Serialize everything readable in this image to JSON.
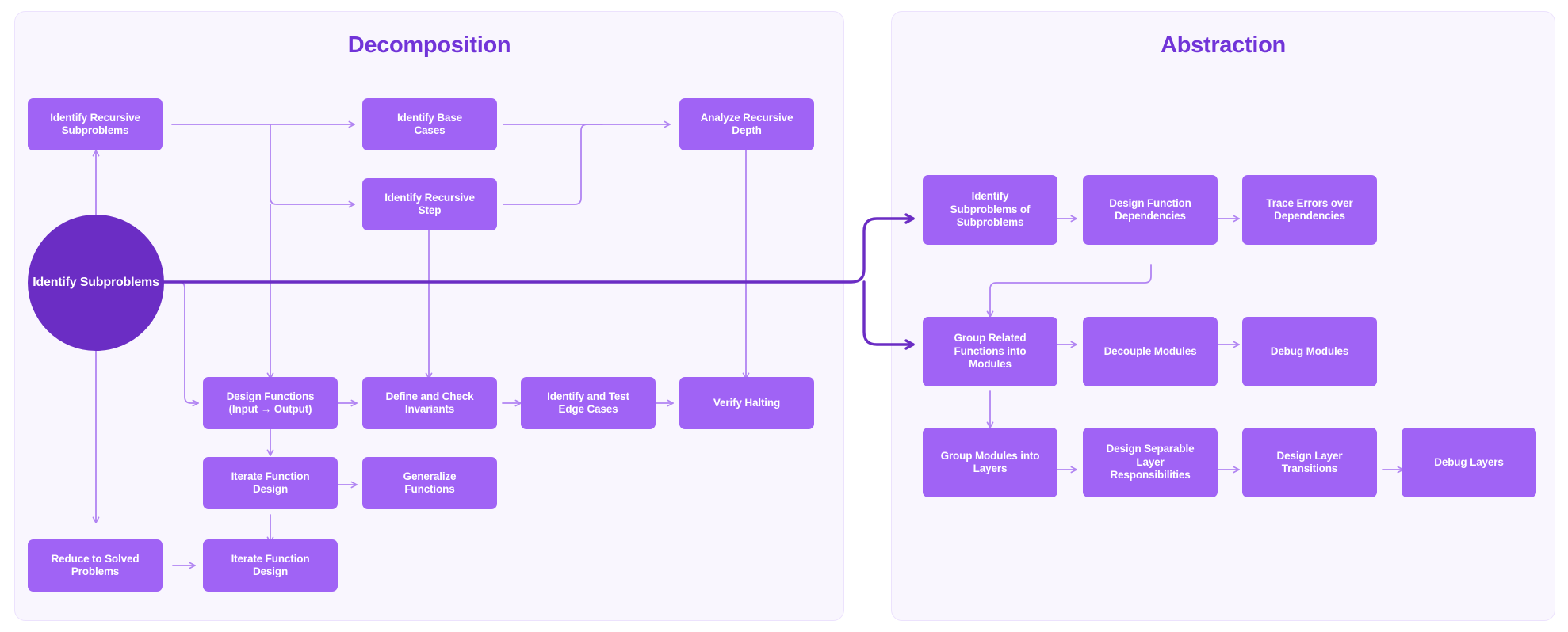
{
  "colors": {
    "panel_bg": "#f9f6fe",
    "panel_border": "#ece2fd",
    "node_fill": "#a063f5",
    "hub_fill": "#6b2dc4",
    "title_text": "#7134d8",
    "edge_light": "#b184f2",
    "edge_dark": "#6b2dc4",
    "node_text": "#ffffff",
    "page_bg": "#ffffff"
  },
  "panels": [
    {
      "id": "decomposition",
      "title": "Decomposition"
    },
    {
      "id": "abstraction",
      "title": "Abstraction"
    }
  ],
  "hub": {
    "label_line1": "Identify",
    "label_line2": "Subproblems"
  },
  "decomposition_nodes": [
    {
      "id": "identify-recursive-subproblems",
      "line1": "Identify Recursive",
      "line2": "Subproblems"
    },
    {
      "id": "identify-base-cases",
      "line1": "Identify Base",
      "line2": "Cases"
    },
    {
      "id": "analyze-recursive-depth",
      "line1": "Analyze Recursive",
      "line2": "Depth"
    },
    {
      "id": "identify-recursive-step",
      "line1": "Identify Recursive",
      "line2": "Step"
    },
    {
      "id": "design-functions",
      "line1": "Design Functions",
      "line2": "(Input → Output)"
    },
    {
      "id": "define-and-check-invariants",
      "line1": "Define and Check",
      "line2": "Invariants"
    },
    {
      "id": "identify-and-test-edge-cases",
      "line1": "Identify and Test",
      "line2": "Edge Cases"
    },
    {
      "id": "verify-halting",
      "line1": "Verify Halting",
      "line2": ""
    },
    {
      "id": "iterate-function-design-1",
      "line1": "Iterate Function",
      "line2": "Design"
    },
    {
      "id": "generalize-functions",
      "line1": "Generalize",
      "line2": "Functions"
    },
    {
      "id": "reduce-to-solved-problems",
      "line1": "Reduce to Solved",
      "line2": "Problems"
    },
    {
      "id": "iterate-function-design-2",
      "line1": "Iterate Function",
      "line2": "Design"
    }
  ],
  "abstraction_nodes": [
    {
      "id": "identify-subproblems-of-subproblems",
      "line1": "Identify",
      "line2": "Subproblems of",
      "line3": "Subproblems"
    },
    {
      "id": "design-function-dependencies",
      "line1": "Design Function",
      "line2": "Dependencies",
      "line3": ""
    },
    {
      "id": "trace-errors-over-dependencies",
      "line1": "Trace Errors over",
      "line2": "Dependencies",
      "line3": ""
    },
    {
      "id": "group-related-functions-into-modules",
      "line1": "Group Related",
      "line2": "Functions into",
      "line3": "Modules"
    },
    {
      "id": "decouple-modules",
      "line1": "Decouple Modules",
      "line2": "",
      "line3": ""
    },
    {
      "id": "debug-modules",
      "line1": "Debug Modules",
      "line2": "",
      "line3": ""
    },
    {
      "id": "group-modules-into-layers",
      "line1": "Group Modules into",
      "line2": "Layers",
      "line3": ""
    },
    {
      "id": "design-separable-layer-responsibilities",
      "line1": "Design Separable",
      "line2": "Layer",
      "line3": "Responsibilities"
    },
    {
      "id": "design-layer-transitions",
      "line1": "Design Layer",
      "line2": "Transitions",
      "line3": ""
    },
    {
      "id": "debug-layers",
      "line1": "Debug Layers",
      "line2": "",
      "line3": ""
    }
  ]
}
